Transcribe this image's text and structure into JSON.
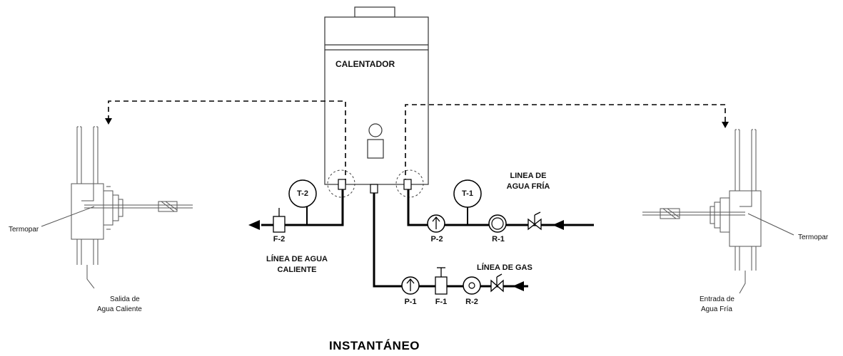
{
  "heater": {
    "label": "CALENTADOR"
  },
  "title": "INSTANTÁNEO",
  "lines": {
    "hot": [
      "LÍNEA DE AGUA",
      "CALIENTE"
    ],
    "cold": [
      "LINEA DE",
      "AGUA FRÍA"
    ],
    "gas": "LÍNEA DE GAS"
  },
  "components": {
    "t2": "T-2",
    "t1": "T-1",
    "f2": "F-2",
    "f1": "F-1",
    "p2": "P-2",
    "p1": "P-1",
    "r1": "R-1",
    "r2": "R-2"
  },
  "details": {
    "left_thermocouple": "Termopar",
    "right_thermocouple": "Termopar",
    "hot_outlet": [
      "Salida de",
      "Agua Caliente"
    ],
    "cold_inlet": [
      "Entrada de",
      "Agua Fría"
    ]
  }
}
